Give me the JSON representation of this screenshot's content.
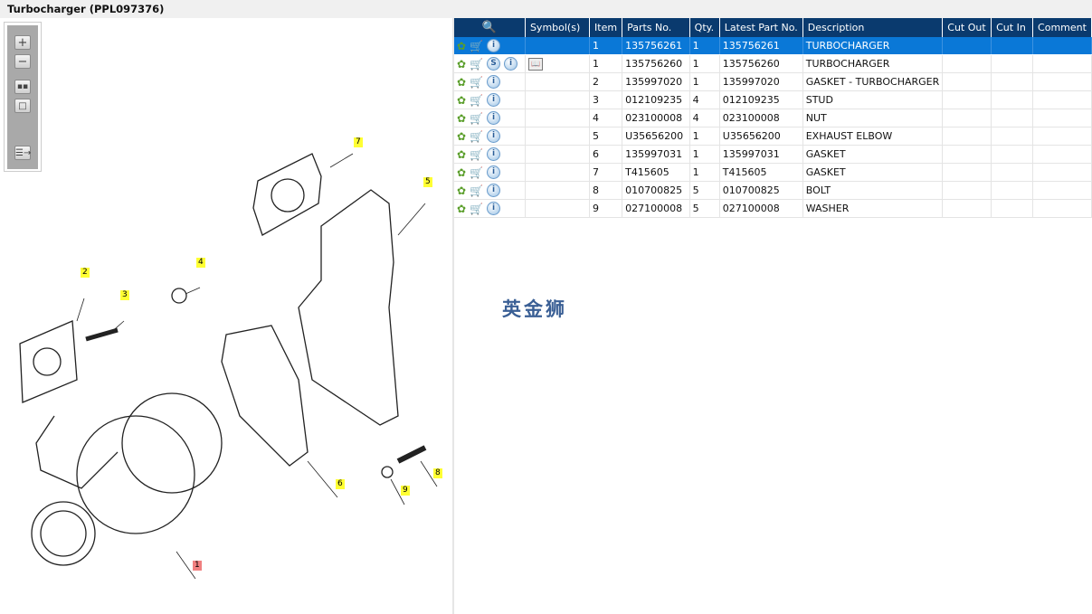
{
  "title": "Turbocharger (PPL097376)",
  "watermark": "英金狮",
  "callouts": [
    "1",
    "2",
    "3",
    "4",
    "5",
    "6",
    "7",
    "8",
    "9"
  ],
  "table": {
    "headers": {
      "icons": "search-icon",
      "symbols": "Symbol(s)",
      "item": "Item",
      "parts": "Parts No.",
      "qty": "Qty.",
      "latest": "Latest Part No.",
      "desc": "Description",
      "cutout": "Cut Out",
      "cutin": "Cut In",
      "comment": "Comment"
    },
    "rows": [
      {
        "item": "1",
        "parts": "135756261",
        "qty": "1",
        "latest": "135756261",
        "desc": "TURBOCHARGER",
        "selected": true,
        "s": false,
        "book": false
      },
      {
        "item": "1",
        "parts": "135756260",
        "qty": "1",
        "latest": "135756260",
        "desc": "TURBOCHARGER",
        "selected": false,
        "s": true,
        "book": true
      },
      {
        "item": "2",
        "parts": "135997020",
        "qty": "1",
        "latest": "135997020",
        "desc": "GASKET - TURBOCHARGER",
        "selected": false,
        "s": false,
        "book": false
      },
      {
        "item": "3",
        "parts": "012109235",
        "qty": "4",
        "latest": "012109235",
        "desc": "STUD",
        "selected": false,
        "s": false,
        "book": false
      },
      {
        "item": "4",
        "parts": "023100008",
        "qty": "4",
        "latest": "023100008",
        "desc": "NUT",
        "selected": false,
        "s": false,
        "book": false
      },
      {
        "item": "5",
        "parts": "U35656200",
        "qty": "1",
        "latest": "U35656200",
        "desc": "EXHAUST ELBOW",
        "selected": false,
        "s": false,
        "book": false
      },
      {
        "item": "6",
        "parts": "135997031",
        "qty": "1",
        "latest": "135997031",
        "desc": "GASKET",
        "selected": false,
        "s": false,
        "book": false
      },
      {
        "item": "7",
        "parts": "T415605",
        "qty": "1",
        "latest": "T415605",
        "desc": "GASKET",
        "selected": false,
        "s": false,
        "book": false
      },
      {
        "item": "8",
        "parts": "010700825",
        "qty": "5",
        "latest": "010700825",
        "desc": "BOLT",
        "selected": false,
        "s": false,
        "book": false
      },
      {
        "item": "9",
        "parts": "027100008",
        "qty": "5",
        "latest": "027100008",
        "desc": "WASHER",
        "selected": false,
        "s": false,
        "book": false
      }
    ]
  }
}
